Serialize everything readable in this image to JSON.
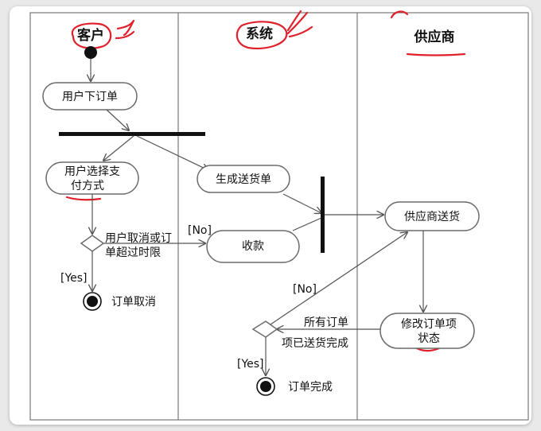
{
  "swimlanes": {
    "customer": "客户",
    "system": "系统",
    "supplier": "供应商"
  },
  "nodes": {
    "place_order": "用户下订单",
    "select_payment_line1": "用户选择支",
    "select_payment_line2": "付方式",
    "generate_delivery": "生成送货单",
    "collect_payment": "收款",
    "supplier_delivery": "供应商送货",
    "modify_status_line1": "修改订单项",
    "modify_status_line2": "状态"
  },
  "decisions": {
    "cancel_or_timeout_line1": "用户取消或订",
    "cancel_or_timeout_line2": "单超过时限",
    "all_delivered_line1": "所有订单",
    "all_delivered_line2": "项已送货完成"
  },
  "guards": {
    "no_top": "[No]",
    "yes_left": "[Yes]",
    "no_mid": "[No]",
    "yes_bottom": "[Yes]"
  },
  "finals": {
    "order_cancelled": "订单取消",
    "order_complete": "订单完成"
  },
  "colors": {
    "annotation": "#e0202b",
    "line": "#555555",
    "bar": "#111111"
  }
}
